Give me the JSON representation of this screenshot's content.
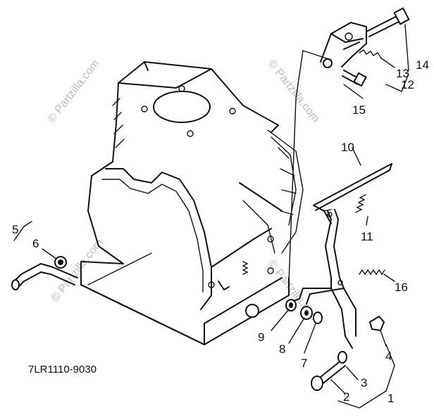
{
  "diagram": {
    "part_code": "7LR1110-9030",
    "watermark": "© Partzilla.com",
    "callouts": [
      "1",
      "2",
      "3",
      "4",
      "5",
      "6",
      "7",
      "8",
      "9",
      "10",
      "11",
      "12",
      "13",
      "14",
      "15",
      "16"
    ]
  }
}
